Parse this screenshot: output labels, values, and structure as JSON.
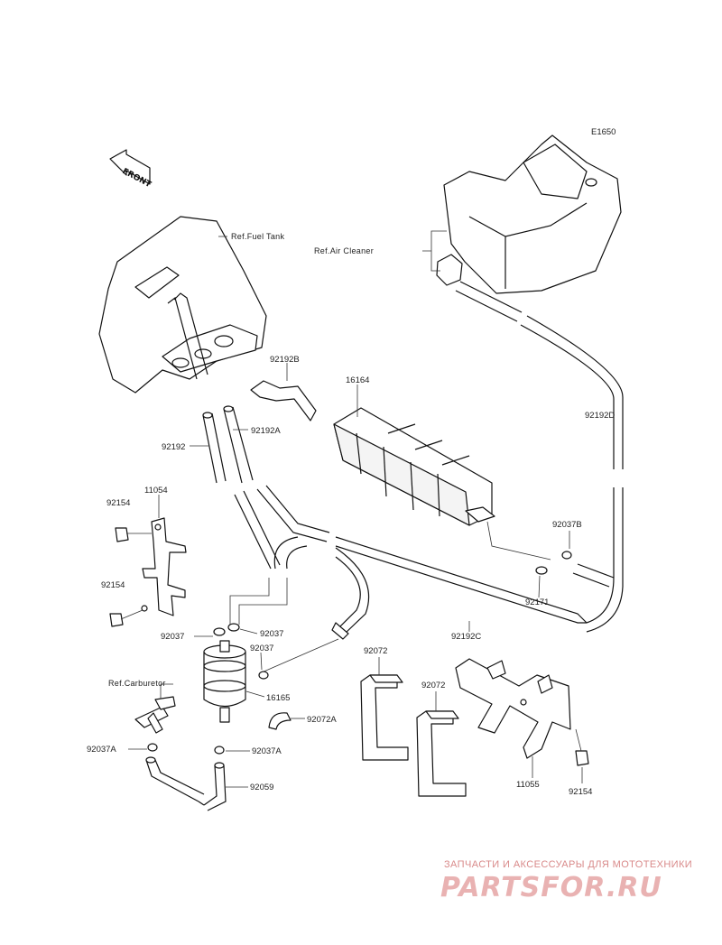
{
  "diagram": {
    "code": "E1650",
    "front_label": "FRONT",
    "refs": {
      "fuel_tank": "Ref.Fuel Tank",
      "air_cleaner": "Ref.Air Cleaner",
      "carburetor": "Ref.Carburetor"
    },
    "parts": {
      "p92192B": "92192B",
      "p16164": "16164",
      "p92192D": "92192D",
      "p92192": "92192",
      "p92192A": "92192A",
      "p11054": "11054",
      "p92154_a": "92154",
      "p92154_b": "92154",
      "p92037B": "92037B",
      "p92171": "92171",
      "p92192C": "92192C",
      "p92037_a": "92037",
      "p92037_b": "92037",
      "p92037_c": "92037",
      "p16165": "16165",
      "p92072A": "92072A",
      "p92037A_a": "92037A",
      "p92037A_b": "92037A",
      "p92059": "92059",
      "p92072_a": "92072",
      "p92072_b": "92072",
      "p11055": "11055",
      "p92154_c": "92154"
    }
  },
  "watermark": {
    "tagline": "ЗАПЧАСТИ И АКСЕССУАРЫ ДЛЯ МОТОТЕХНИКИ",
    "brand": "PARTSFOR.RU"
  }
}
